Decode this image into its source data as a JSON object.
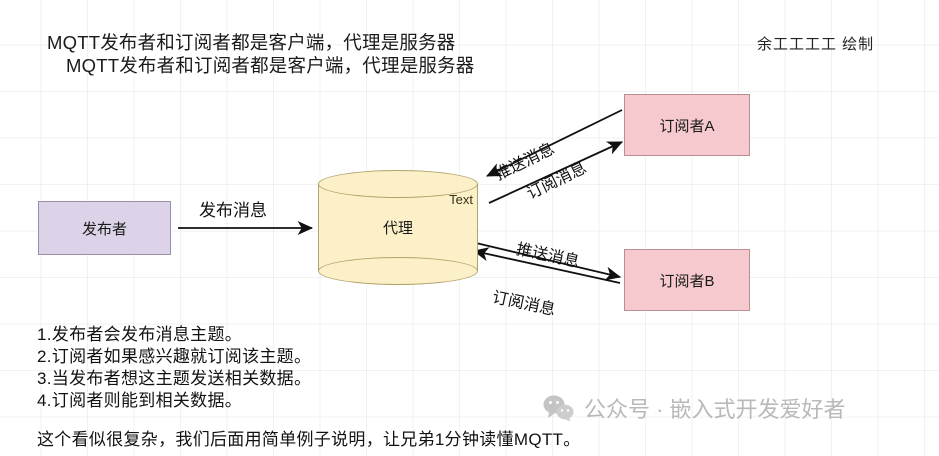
{
  "header": {
    "title_line_1": "MQTT发布者和订阅者都是客户端，代理是服务器",
    "title_line_2": "MQTT发布者和订阅者都是客户端，代理是服务器",
    "credit": "余工工工工 绘制"
  },
  "diagram": {
    "publisher": {
      "label": "发布者"
    },
    "broker": {
      "label": "代理",
      "note": "Text"
    },
    "subscribers": [
      {
        "label": "订阅者A"
      },
      {
        "label": "订阅者B"
      }
    ],
    "edges": [
      {
        "name": "publish",
        "label": "发布消息"
      },
      {
        "name": "push-a",
        "label": "推送消息"
      },
      {
        "name": "subscribe-a",
        "label": "订阅消息"
      },
      {
        "name": "push-b",
        "label": "推送消息"
      },
      {
        "name": "subscribe-b",
        "label": "订阅消息"
      }
    ]
  },
  "notes": {
    "items": [
      "1.发布者会发布消息主题。",
      "2.订阅者如果感兴趣就订阅该主题。",
      "3.当发布者想这主题发送相关数据。",
      "4.订阅者则能到相关数据。"
    ],
    "footer": "这个看似很复杂，我们后面用简单例子说明，让兄弟1分钟读懂MQTT。"
  },
  "watermark": {
    "text": "公众号 · 嵌入式开发爱好者"
  },
  "colors": {
    "publisher_fill": "#ddd3e8",
    "subscriber_fill": "#f5c9cd",
    "broker_fill": "#fcf0c9",
    "stroke": "#1a1a1a",
    "watermark": "#b9b9b9"
  }
}
